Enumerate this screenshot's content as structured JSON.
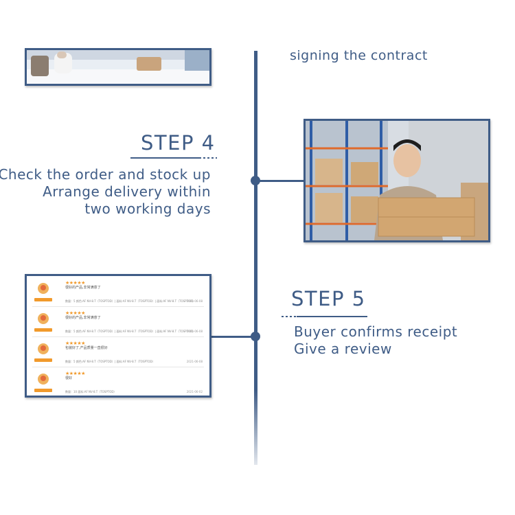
{
  "step3": {
    "caption": "signing the contract"
  },
  "step4": {
    "title": "STEP 4",
    "lines": [
      "Check the order and stock up",
      "Arrange delivery within",
      "two working days"
    ]
  },
  "step5": {
    "title": "STEP 5",
    "lines": [
      "Buyer confirms receipt",
      "Give a review"
    ]
  },
  "reviews": [
    {
      "stars": "★★★★★",
      "text": "很好的产品,非常满意了",
      "meta": "数量：5  颜色:AF NV-8.T（TOSPTOD）| 面料:AF NV-8.T（TOSPTOD）| 面料:AF NV-8.T（TOSPTOD）",
      "date": "2021-06-08"
    },
    {
      "stars": "★★★★★",
      "text": "很好的产品,非常满意了",
      "meta": "数量：5  颜色:AF NV-8.T（TOSPTOD）| 面料:AF NV-8.T（TOSPTOD）| 面料:AF NV-8.T（TOSPTOD）",
      "date": "2021-06-08"
    },
    {
      "stars": "★★★★★",
      "text": "包装好了,产品质量一直很好",
      "meta": "数量：5  颜色:AF NV-8.T（TOSPTOD）| 面料:AF NV-8.T（TOSPTOD）",
      "date": "2021-06-08"
    },
    {
      "stars": "★★★★★",
      "text": "很好",
      "meta": "数量：10  面料:AF NV-8.T（TOSPTOD）",
      "date": "2021-06-02"
    }
  ],
  "colors": {
    "accent": "#3f5c86",
    "star": "#f19a2c"
  }
}
